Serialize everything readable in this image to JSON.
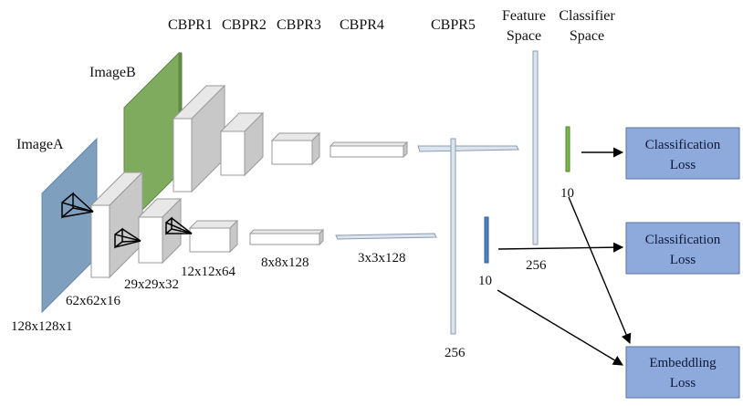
{
  "headers": {
    "cbpr1": "CBPR1",
    "cbpr2": "CBPR2",
    "cbpr3": "CBPR3",
    "cbpr4": "CBPR4",
    "cbpr5": "CBPR5",
    "feature_1": "Feature",
    "feature_2": "Space",
    "classifier_1": "Classifier",
    "classifier_2": "Space"
  },
  "inputs": {
    "image_a": "ImageA",
    "image_b": "ImageB"
  },
  "dims": {
    "input": "128x128x1",
    "cbpr1": "62x62x16",
    "cbpr2": "29x29x32",
    "cbpr3": "12x12x64",
    "cbpr4": "8x8x128",
    "cbpr5": "3x3x128",
    "fc_a": "256",
    "fc_b": "256",
    "cls_a": "10",
    "cls_b": "10"
  },
  "boxes": {
    "classification_1_line1": "Classification",
    "classification_1_line2": "Loss",
    "classification_2_line1": "Classification",
    "classification_2_line2": "Loss",
    "embedding_line1": "Embeddling",
    "embedding_line2": "Loss"
  },
  "colors": {
    "image_a": "#7f9fbf",
    "image_b": "#7fab5f",
    "block_front": "#ffffff",
    "block_side": "#c8c8c8",
    "block_top": "#e8e8e8",
    "fc": "#dce4ee",
    "fc_edge": "#8a9bb0",
    "vec_green": "#7ab648",
    "vec_blue": "#4f81bd",
    "loss_box": "#8ea9db",
    "loss_box_edge": "#5a6fa0"
  }
}
